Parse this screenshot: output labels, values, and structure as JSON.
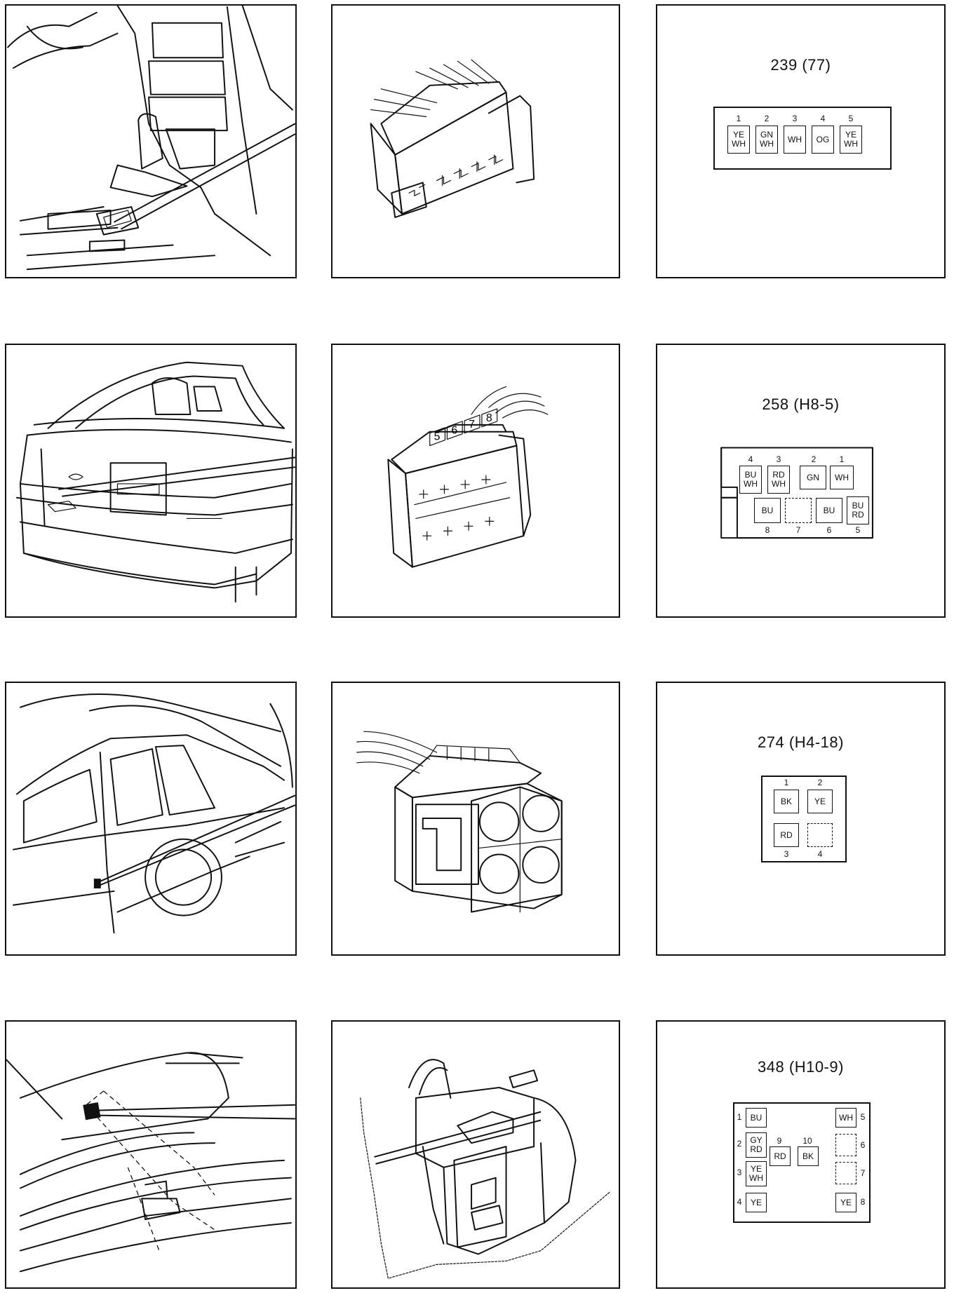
{
  "connectors": [
    {
      "title": "239 (77)",
      "pins": [
        {
          "num": "1",
          "color": [
            "YE",
            "WH"
          ]
        },
        {
          "num": "2",
          "color": [
            "GN",
            "WH"
          ]
        },
        {
          "num": "3",
          "color": [
            "WH"
          ]
        },
        {
          "num": "4",
          "color": [
            "OG"
          ]
        },
        {
          "num": "5",
          "color": [
            "YE",
            "WH"
          ]
        }
      ]
    },
    {
      "title": "258 (H8-5)",
      "pins": [
        {
          "num": "1",
          "color": [
            "WH"
          ]
        },
        {
          "num": "2",
          "color": [
            "GN"
          ]
        },
        {
          "num": "3",
          "color": [
            "RD",
            "WH"
          ]
        },
        {
          "num": "4",
          "color": [
            "BU",
            "WH"
          ]
        },
        {
          "num": "5",
          "color": [
            "BU",
            "RD"
          ]
        },
        {
          "num": "6",
          "color": [
            "BU"
          ]
        },
        {
          "num": "7",
          "color": []
        },
        {
          "num": "8",
          "color": [
            "BU"
          ]
        }
      ]
    },
    {
      "title": "274 (H4-18)",
      "pins": [
        {
          "num": "1",
          "color": [
            "BK"
          ]
        },
        {
          "num": "2",
          "color": [
            "YE"
          ]
        },
        {
          "num": "3",
          "color": [
            "RD"
          ]
        },
        {
          "num": "4",
          "color": []
        }
      ]
    },
    {
      "title": "348 (H10-9)",
      "pins": [
        {
          "num": "1",
          "color": [
            "BU"
          ]
        },
        {
          "num": "2",
          "color": [
            "GY",
            "RD"
          ]
        },
        {
          "num": "3",
          "color": [
            "YE",
            "WH"
          ]
        },
        {
          "num": "4",
          "color": [
            "YE"
          ]
        },
        {
          "num": "5",
          "color": [
            "WH"
          ]
        },
        {
          "num": "6",
          "color": []
        },
        {
          "num": "7",
          "color": []
        },
        {
          "num": "8",
          "color": [
            "YE"
          ]
        },
        {
          "num": "9",
          "color": [
            "RD"
          ]
        },
        {
          "num": "10",
          "color": [
            "BK"
          ]
        }
      ]
    }
  ],
  "connector_photo_labels": [
    "5",
    "6",
    "7",
    "8"
  ]
}
